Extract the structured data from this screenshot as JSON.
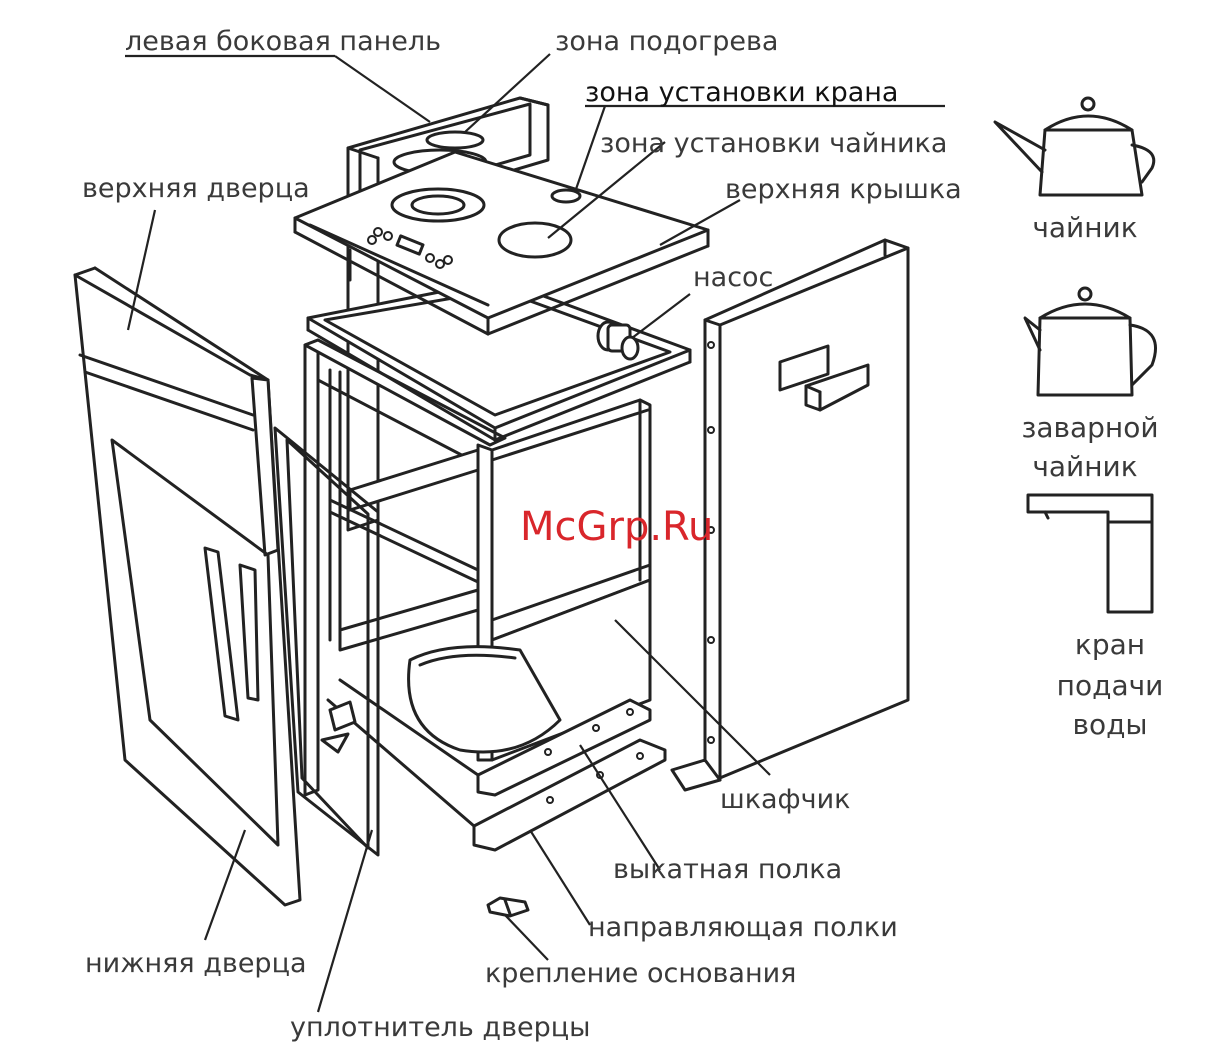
{
  "labels": {
    "left_side_panel": "левая боковая панель",
    "heating_zone": "зона подогрева",
    "faucet_zone": "зона установки крана",
    "kettle_zone": "зона установки чайника",
    "top_door": "верхняя дверца",
    "top_cover": "верхняя крышка",
    "pump": "насос",
    "cabinet": "шкафчик",
    "drawer": "выкатная полка",
    "shelf_rail": "направляющая полки",
    "base_mount": "крепление основания",
    "bottom_door": "нижняя дверца",
    "door_seal": "уплотнитель дверцы"
  },
  "side_items": {
    "kettle": "чайник",
    "teapot_line1": "заварной",
    "teapot_line2": "чайник",
    "faucet_line1": "кран",
    "faucet_line2": "подачи",
    "faucet_line3": "воды"
  },
  "watermark": "McGrp.Ru"
}
